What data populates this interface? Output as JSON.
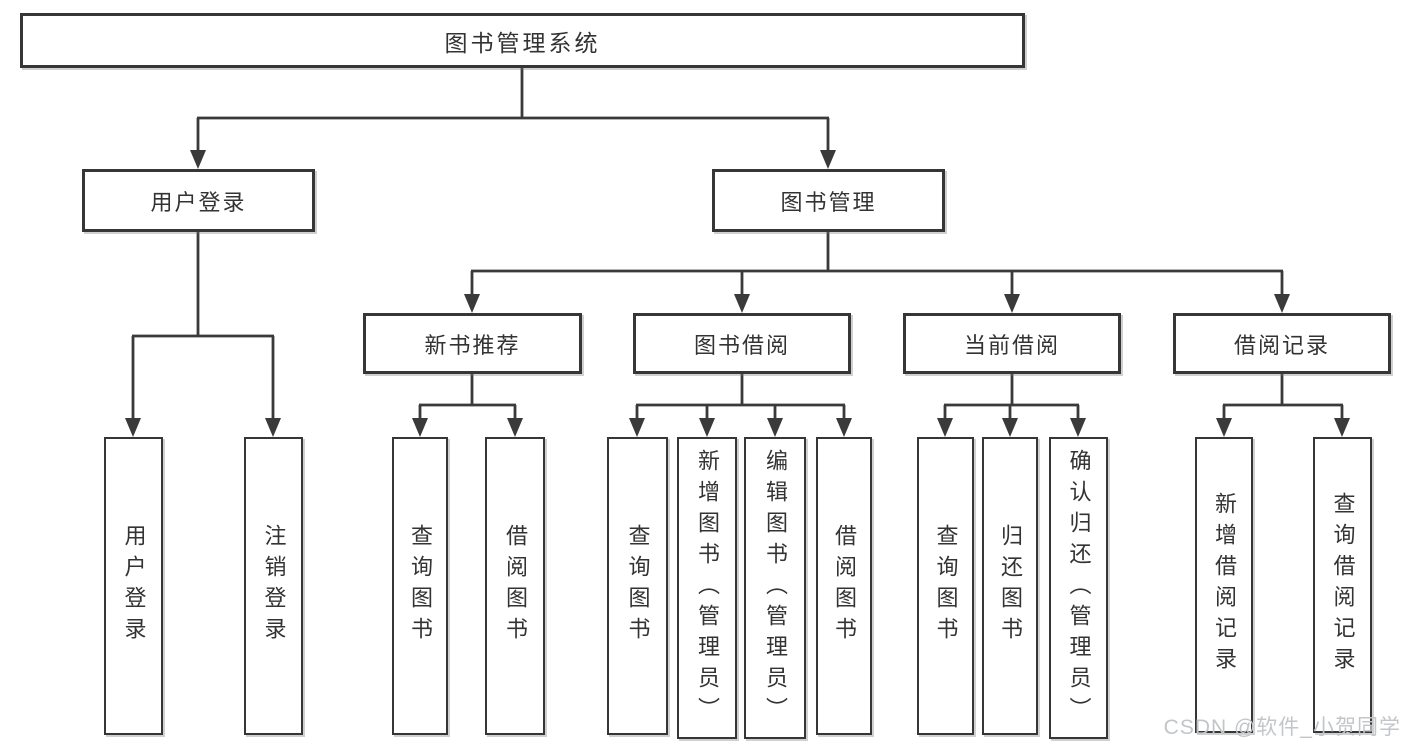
{
  "tree": {
    "root": "图书管理系统",
    "children": [
      {
        "label": "用户登录",
        "children": [
          "用户登录",
          "注销登录"
        ]
      },
      {
        "label": "图书管理",
        "children": [
          {
            "label": "新书推荐",
            "children": [
              "查询图书",
              "借阅图书"
            ]
          },
          {
            "label": "图书借阅",
            "children": [
              "查询图书",
              "新增图书（管理员）",
              "编辑图书（管理员）",
              "借阅图书"
            ]
          },
          {
            "label": "当前借阅",
            "children": [
              "查询图书",
              "归还图书",
              "确认归还（管理员）"
            ]
          },
          {
            "label": "借阅记录",
            "children": [
              "新增借阅记录",
              "查询借阅记录"
            ]
          }
        ]
      }
    ]
  },
  "watermark": {
    "text": "CSDN @软件_小贺同学"
  },
  "colors": {
    "box_border": "#363636",
    "connector_line": "#3a3a3a",
    "text": "#333333",
    "watermark_text": "#c3c6c9",
    "background": "#ffffff"
  }
}
